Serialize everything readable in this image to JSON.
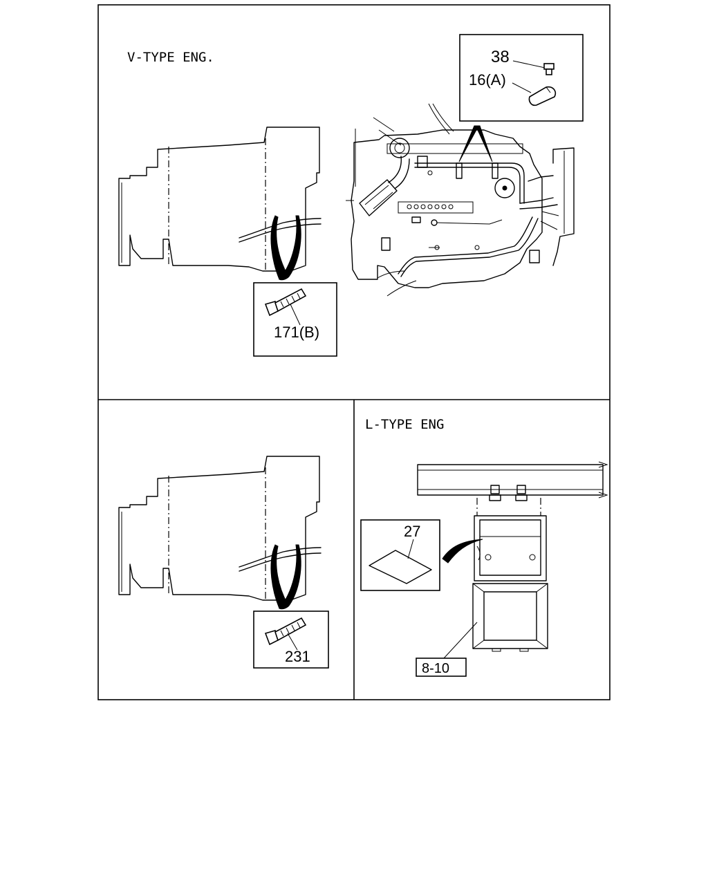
{
  "panels": {
    "top": {
      "title": "V-TYPE ENG.",
      "callout_clip": {
        "bolt_ref": "38",
        "clip_ref": "16(A)"
      },
      "callout_tie": {
        "ref": "171(B)"
      }
    },
    "bottom_left": {
      "callout_tie": {
        "ref": "231"
      }
    },
    "bottom_right": {
      "title": "L-TYPE ENG",
      "callout_sheet": {
        "ref": "27"
      },
      "box_ref": "8-10"
    }
  }
}
